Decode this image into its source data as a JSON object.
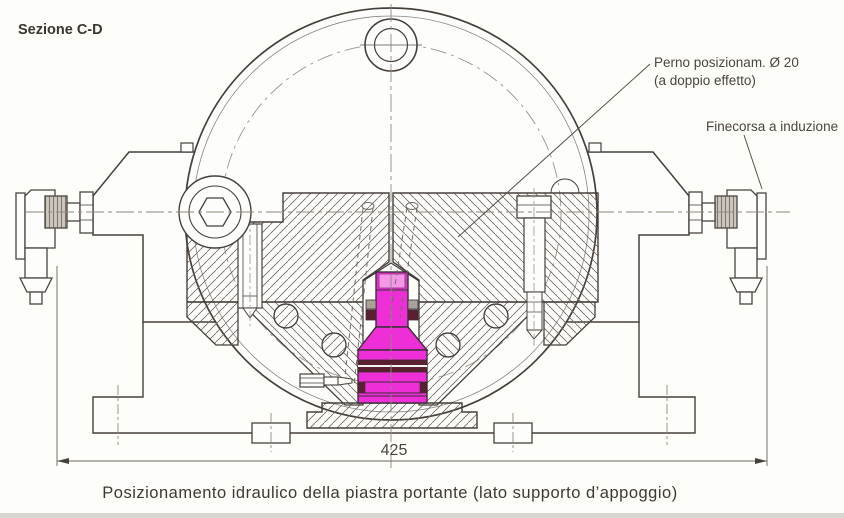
{
  "drawing": {
    "section_title": "Sezione C-D",
    "caption": "Posizionamento idraulico della piastra portante (lato supporto d’appoggio)",
    "labels": {
      "pin": {
        "line1": "Perno posizionam. Ø 20",
        "line2": "(a doppio effetto)"
      },
      "limit_switch": "Finecorsa a induzione"
    },
    "dimensions": {
      "overall_width": "425"
    },
    "colors": {
      "highlight_pin": "#ee2ed6",
      "seal_dark": "#5a2030",
      "line": "#46403a"
    }
  }
}
